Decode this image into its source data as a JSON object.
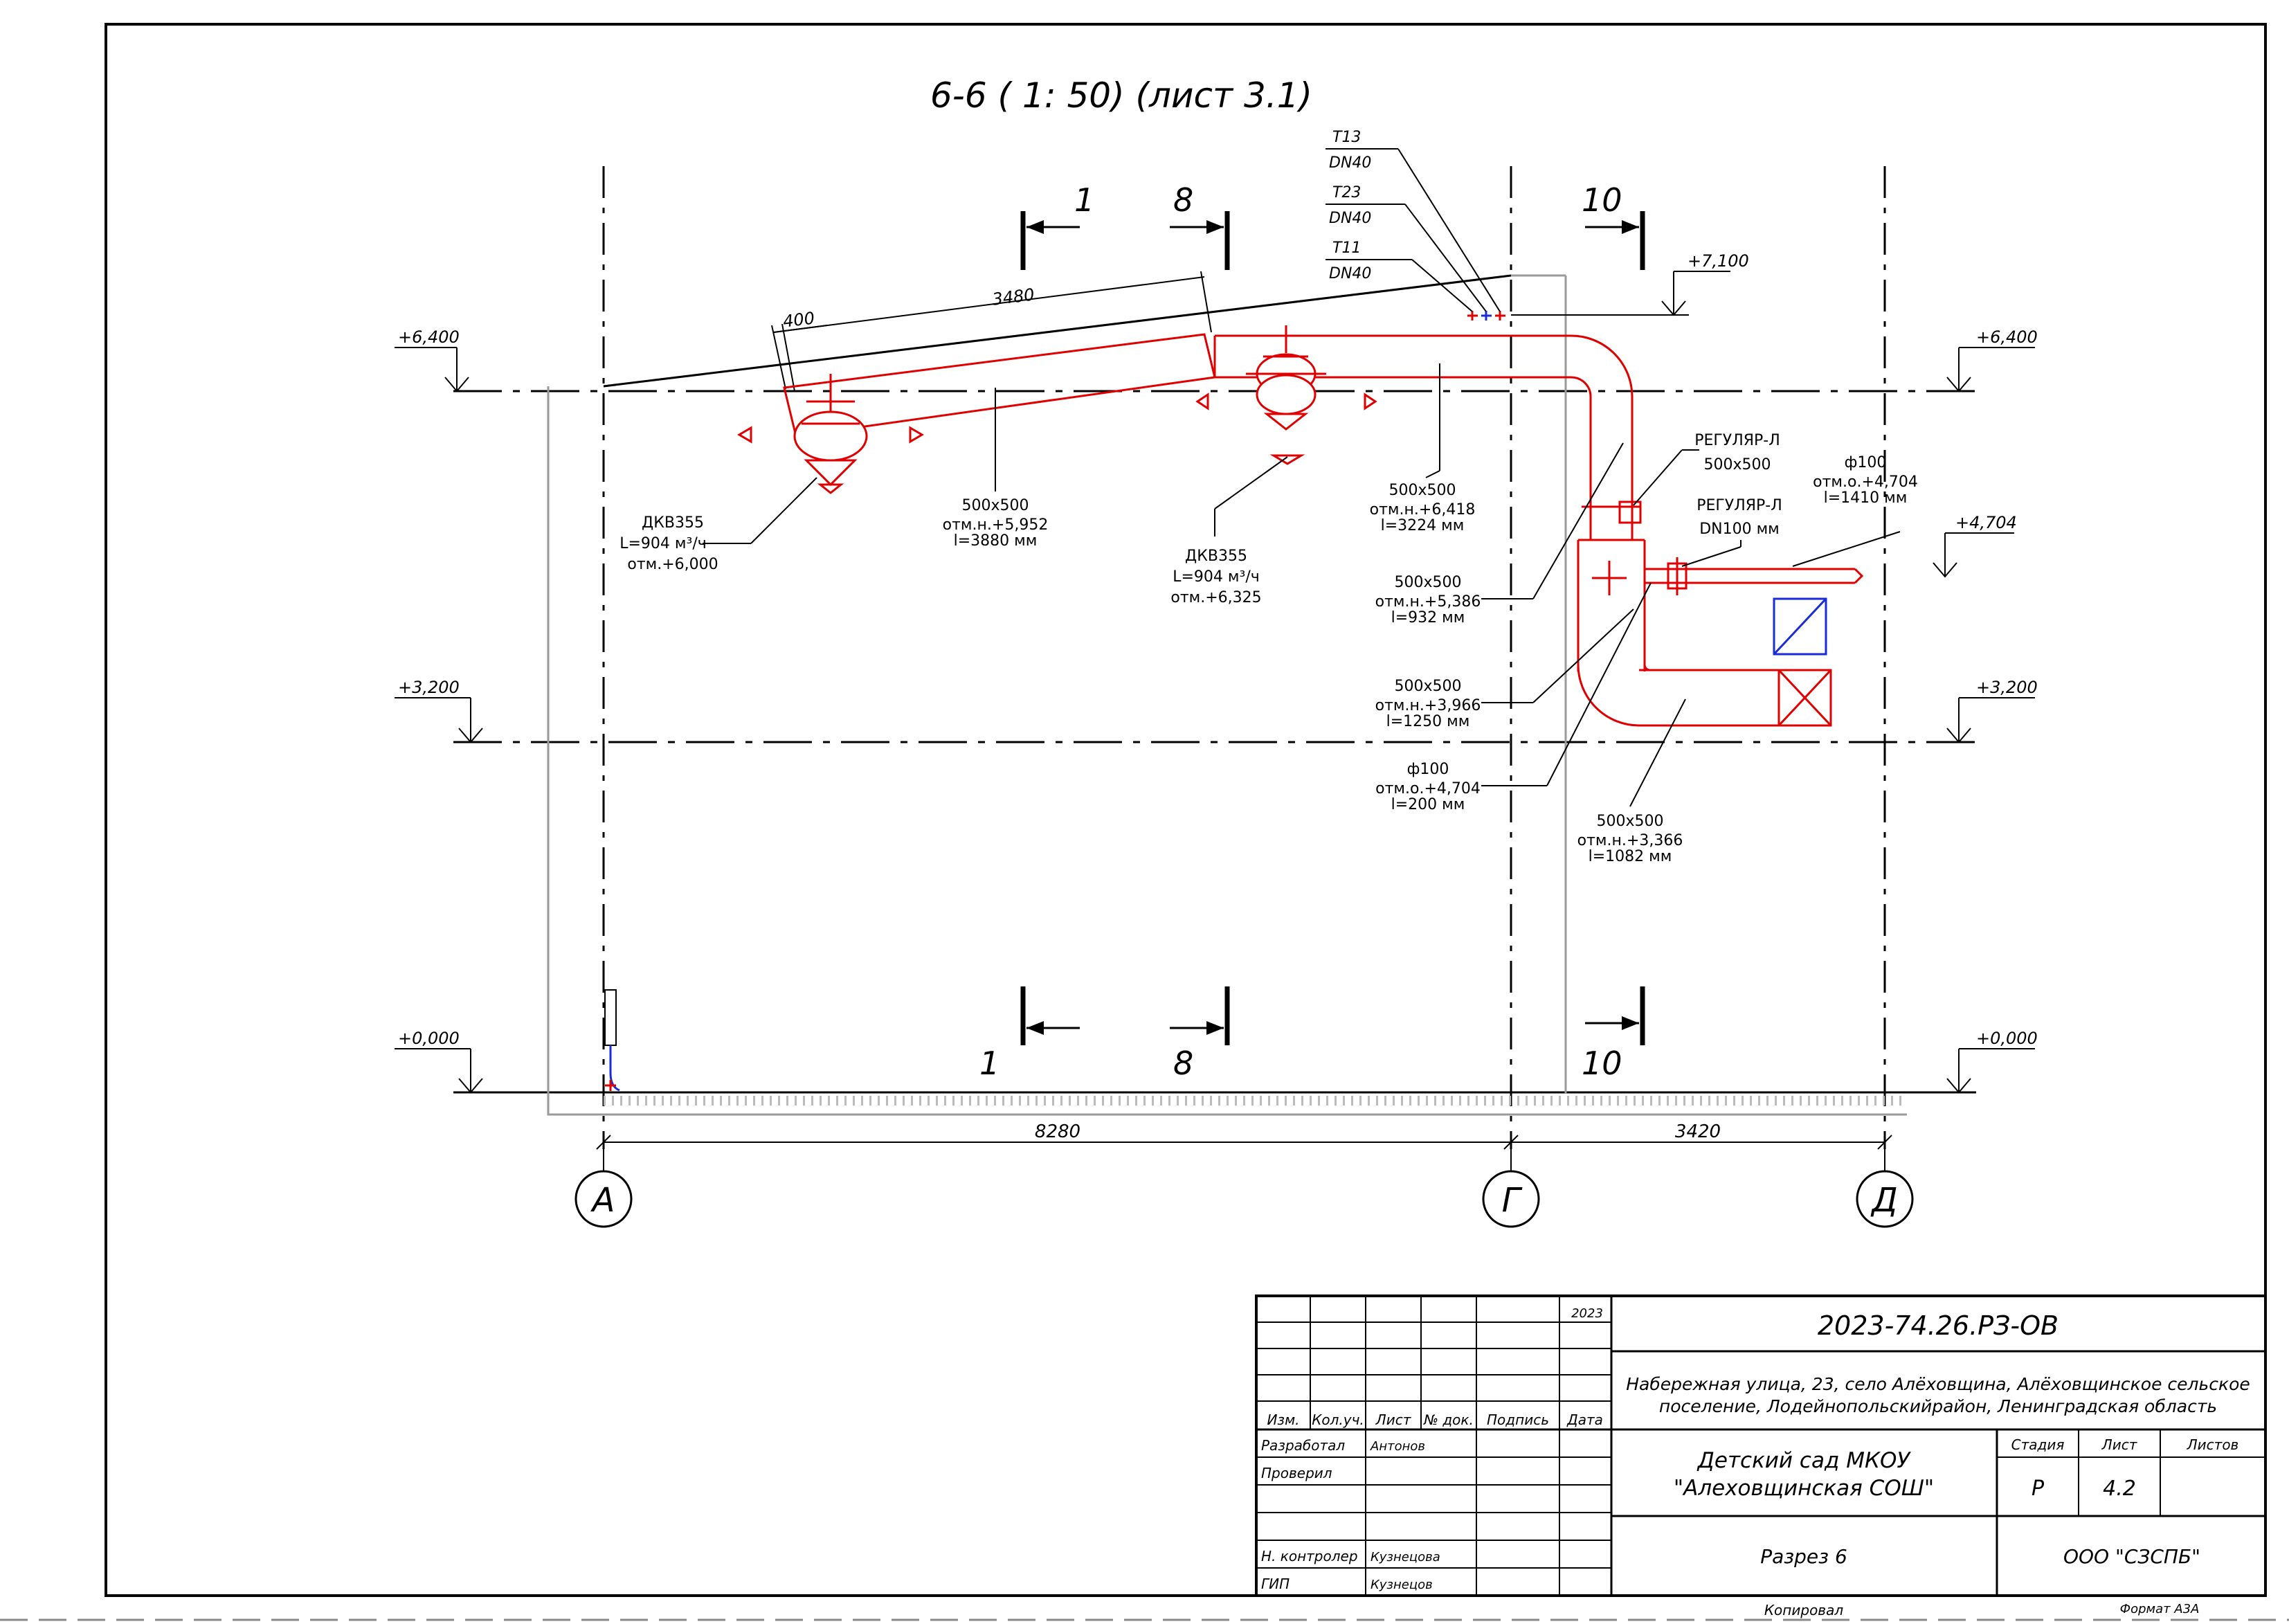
{
  "section_title": "6-6 ( 1: 50) (лист 3.1)",
  "levels": {
    "l6400": "+6,400",
    "l3200": "+3,200",
    "l0000": "+0,000",
    "l7100": "+7,100",
    "l4704": "+4,704"
  },
  "section_marks": {
    "m1": "1",
    "m8": "8",
    "m10": "10"
  },
  "axes": {
    "a": "А",
    "g": "Г",
    "d": "Д"
  },
  "dimensions": {
    "d8280": "8280",
    "d3420": "3420",
    "d3480": "3480",
    "d400": "400"
  },
  "pipes": [
    {
      "name": "Т13",
      "dn": "DN40"
    },
    {
      "name": "Т23",
      "dn": "DN40"
    },
    {
      "name": "Т11",
      "dn": "DN40"
    }
  ],
  "callouts": {
    "dkv1": [
      "ДКВ355",
      "L=904 м³/ч",
      "отм.+6,000"
    ],
    "dkv2": [
      "ДКВ355",
      "L=904 м³/ч",
      "отм.+6,325"
    ],
    "duct1": [
      "500x500",
      "отм.н.+5,952",
      "l=3880 мм"
    ],
    "duct2": [
      "500x500",
      "отм.н.+6,418",
      "l=3224 мм"
    ],
    "duct3": [
      "500x500",
      "отм.н.+5,386",
      "l=932 мм"
    ],
    "duct4": [
      "500x500",
      "отм.н.+3,966",
      "l=1250 мм"
    ],
    "duct5": [
      "ф100",
      "отм.о.+4,704",
      "l=200 мм"
    ],
    "duct6": [
      "500x500",
      "отм.н.+3,366",
      "l=1082 мм"
    ],
    "duct7": [
      "ф100",
      "отм.о.+4,704",
      "l=1410 мм"
    ],
    "reg1": [
      "РЕГУЛЯР-Л",
      "500x500"
    ],
    "reg2": [
      "РЕГУЛЯР-Л",
      "DN100 мм"
    ]
  },
  "title_block": {
    "code": "2023-74.26.РЗ-ОВ",
    "address_line1": "Набережная улица, 23, село Алёховщина, Алёховщинское сельское",
    "address_line2": "поселение, Лодейнопольскийрайон, Ленинградская область",
    "object_line1": "Детский сад МКОУ",
    "object_line2": "\"Алеховщинская СОШ\"",
    "sheet_name": "Разрез 6",
    "company": "ООО \"СЗСПБ\"",
    "year": "2023",
    "headers": {
      "izm": "Изм.",
      "kol": "Кол.уч.",
      "list": "Лист",
      "ndoc": "№ док.",
      "podpis": "Подпись",
      "data": "Дата"
    },
    "roles": {
      "razrab": "Разработал",
      "proveril": "Проверил",
      "nkontr": "Н. контролер",
      "gip": "ГИП"
    },
    "people": {
      "razrab": "Антонов",
      "nkontr": "Кузнецова",
      "gip": "Кузнецов"
    },
    "stage_label": "Стадия",
    "sheet_label": "Лист",
    "sheets_label": "Листов",
    "stage": "Р",
    "sheet": "4.2",
    "kopiroval": "Копировал",
    "format": "Формат А3А"
  }
}
